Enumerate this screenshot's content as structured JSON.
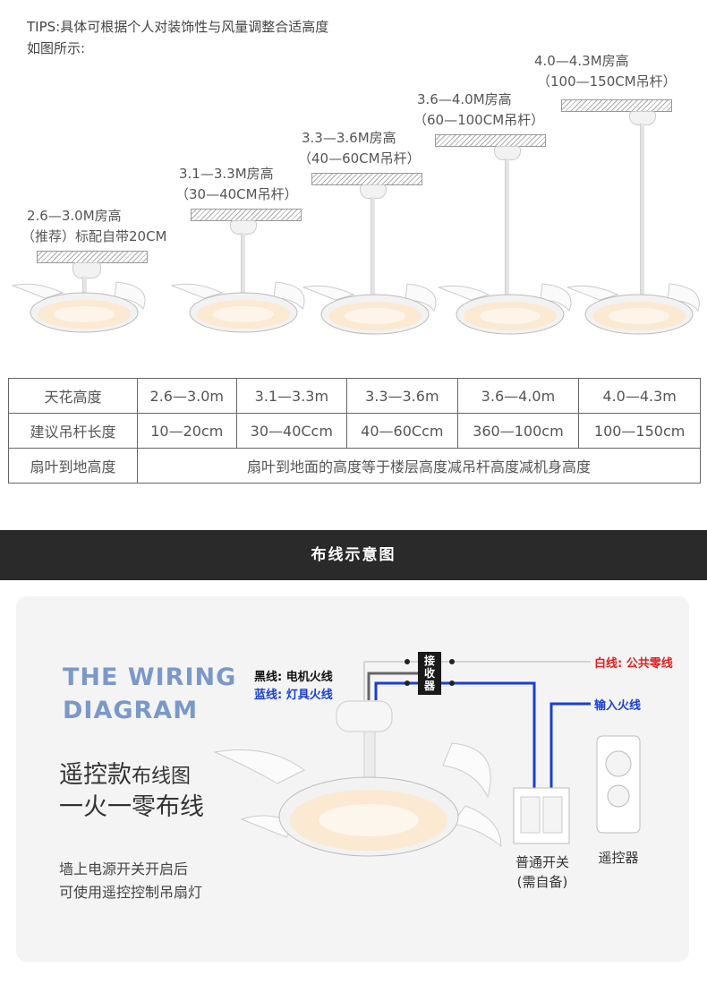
{
  "tips": {
    "line1": "TIPS:具体可根据个人对装饰性与风量调整合适高度",
    "line2": "如图所示:"
  },
  "fans": [
    {
      "height": "2.6—3.0M房高",
      "rod": "（推荐）标配自带20CM"
    },
    {
      "height": "3.1—3.3M房高",
      "rod": "（30—40CM吊杆）"
    },
    {
      "height": "3.3—3.6M房高",
      "rod": "（40—60CM吊杆）"
    },
    {
      "height": "3.6—4.0M房高",
      "rod": "（60—100CM吊杆）"
    },
    {
      "height": "4.0—4.3M房高",
      "rod": "（100—150CM吊杆）"
    }
  ],
  "table": {
    "row1": {
      "header": "天花高度",
      "cells": [
        "2.6—3.0m",
        "3.1—3.3m",
        "3.3—3.6m",
        "3.6—4.0m",
        "4.0—4.3m"
      ]
    },
    "row2": {
      "header": "建议吊杆长度",
      "cells": [
        "10—20cm",
        "30—40Ccm",
        "40—60Ccm",
        "360—100cm",
        "100—150cm"
      ]
    },
    "row3": {
      "header": "扇叶到地高度",
      "text": "扇叶到地面的高度等于楼层高度减吊杆高度减机身高度"
    }
  },
  "banner": {
    "title": "布线示意图"
  },
  "wiring": {
    "title_line1": "THE WIRING",
    "title_line2": "DIAGRAM",
    "subtitle_a": "遥控款",
    "subtitle_b": "布线图",
    "subtitle_line2": "一火一零布线",
    "note_line1": "墙上电源开关开启后",
    "note_line2": "可使用遥控控制吊扇灯",
    "black_wire": "黑线: 电机火线",
    "blue_wire": "蓝线: 灯具火线",
    "white_wire": "白线: 公共零线",
    "input_wire": "输入火线",
    "receiver": "接收器",
    "switch_line1": "普通开关",
    "switch_line2": "(需自备)",
    "remote": "遥控器"
  },
  "colors": {
    "red": "#e02020",
    "blue": "#1a3fd0",
    "title_blue": "#7a99c8",
    "banner": "#2a2a2a"
  }
}
